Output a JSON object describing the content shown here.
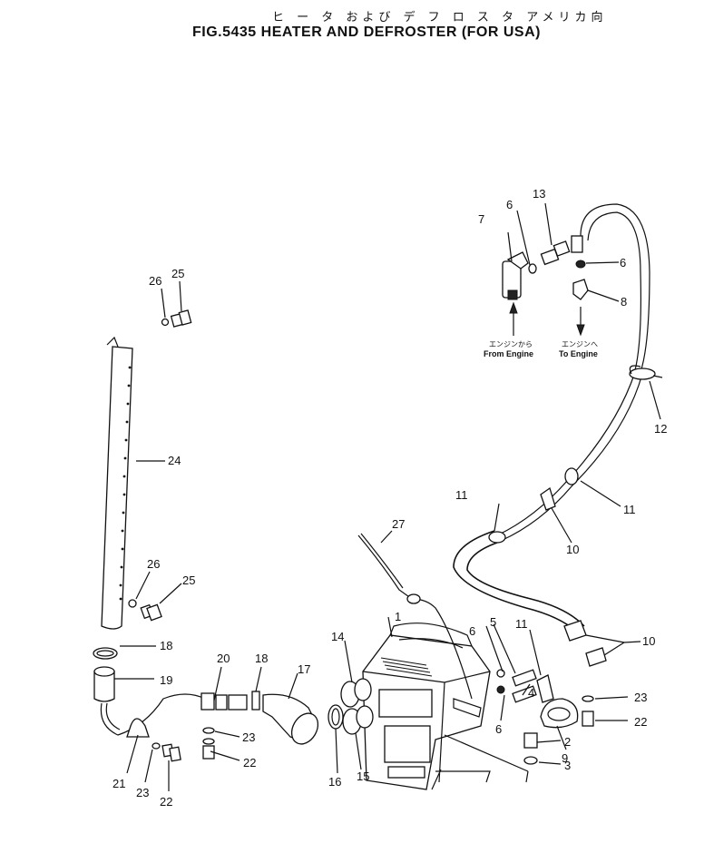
{
  "header": {
    "title_jp": "ヒ ー タ および デ フ ロ ス タ アメリカ向",
    "title_en": "FIG.5435 HEATER AND DEFROSTER (FOR USA)"
  },
  "annotations": {
    "from_engine_jp": "エンジンから",
    "from_engine_en": "From Engine",
    "to_engine_jp": "エンジンへ",
    "to_engine_en": "To Engine"
  },
  "callouts": {
    "c1": "1",
    "c2": "2",
    "c3": "3",
    "c4": "4",
    "c5": "5",
    "c6a": "6",
    "c6b": "6",
    "c6c": "6",
    "c6d": "6",
    "c7": "7",
    "c8": "8",
    "c9": "9",
    "c10a": "10",
    "c10b": "10",
    "c11a": "11",
    "c11b": "11",
    "c11c": "11",
    "c12": "12",
    "c13": "13",
    "c14": "14",
    "c15": "15",
    "c16": "16",
    "c17": "17",
    "c18a": "18",
    "c18b": "18",
    "c19": "19",
    "c20": "20",
    "c21": "21",
    "c22a": "22",
    "c22b": "22",
    "c22c": "22",
    "c23a": "23",
    "c23b": "23",
    "c23c": "23",
    "c24": "24",
    "c25a": "25",
    "c25b": "25",
    "c26a": "26",
    "c26b": "26",
    "c27": "27"
  }
}
